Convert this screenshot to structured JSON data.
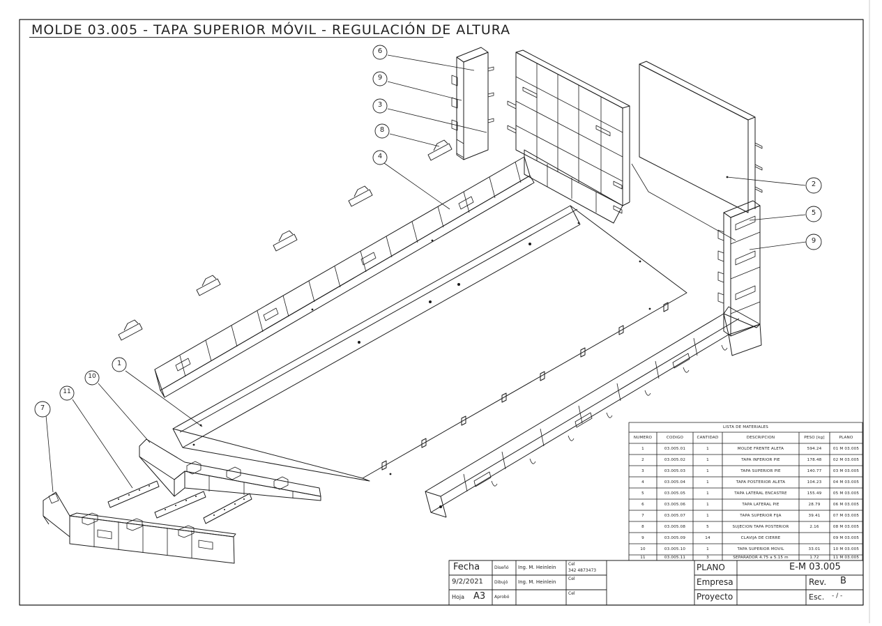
{
  "title": "MOLDE 03.005 - TAPA SUPERIOR MÓVIL - REGULACIÓN DE ALTURA",
  "balloons": [
    "1",
    "2",
    "3",
    "4",
    "5",
    "6",
    "7",
    "8",
    "9",
    "9",
    "10",
    "11"
  ],
  "bom": {
    "title": "LISTA DE MATERIALES",
    "headers": [
      "NÚMERO",
      "CODIGO",
      "CANTIDAD",
      "DESCRIPCIÓN",
      "PESO [kg]",
      "PLANO"
    ],
    "rows": [
      [
        "1",
        "03.005.01",
        "1",
        "MOLDE FRENTE ALETA",
        "594.24",
        "01 M 03.005"
      ],
      [
        "2",
        "03.005.02",
        "1",
        "TAPA INFERIOR PIE",
        "178.48",
        "02 M 03.005"
      ],
      [
        "3",
        "03.005.03",
        "1",
        "TAPA SUPERIOR PIE",
        "140.77",
        "03 M 03.005"
      ],
      [
        "4",
        "03.005.04",
        "1",
        "TAPA POSTERIOR ALETA",
        "104.23",
        "04 M 03.005"
      ],
      [
        "5",
        "03.005.05",
        "1",
        "TAPA LATERAL ENCASTRE",
        "155.49",
        "05 M 03.005"
      ],
      [
        "6",
        "03.005.06",
        "1",
        "TAPA LATERAL PIE",
        "28.79",
        "06 M 03.005"
      ],
      [
        "7",
        "03.005.07",
        "1",
        "TAPA SUPERIOR FIJA",
        "39.41",
        "07 M 03.005"
      ],
      [
        "8",
        "03.005.08",
        "5",
        "SUJECIÓN TAPA POSTERIOR",
        "2.16",
        "08 M 03.005"
      ],
      [
        "9",
        "03.005.09",
        "14",
        "CLAVIJA DE CIERRE",
        "",
        "09 M 03.005"
      ],
      [
        "10",
        "03.005.10",
        "1",
        "TAPA SUPERIOR MÓVIL",
        "33.01",
        "10 M 03.005"
      ],
      [
        "11",
        "03.005.11",
        "3",
        "SEPARADOR 4.75 a 5.15 m",
        "1.72",
        "11 M 03.005"
      ]
    ]
  },
  "titleblock": {
    "fecha_label": "Fecha",
    "fecha": "9/2/2021",
    "hoja_label": "Hoja",
    "hoja": "A3",
    "diseno_label": "Diseñó",
    "dibujo_label": "Dibujó",
    "aprobo_label": "Aprobó",
    "designer": "Ing. M. Heinlein",
    "drafter": "Ing. M. Heinlein",
    "cel_label": "Cel",
    "cel_number": "342 4873473",
    "plano_label": "PLANO",
    "plano": "E-M 03.005",
    "empresa_label": "Empresa",
    "rev_label": "Rev.",
    "rev": "B",
    "proyecto_label": "Proyecto",
    "esc_label": "Esc.",
    "esc": "- / -"
  }
}
